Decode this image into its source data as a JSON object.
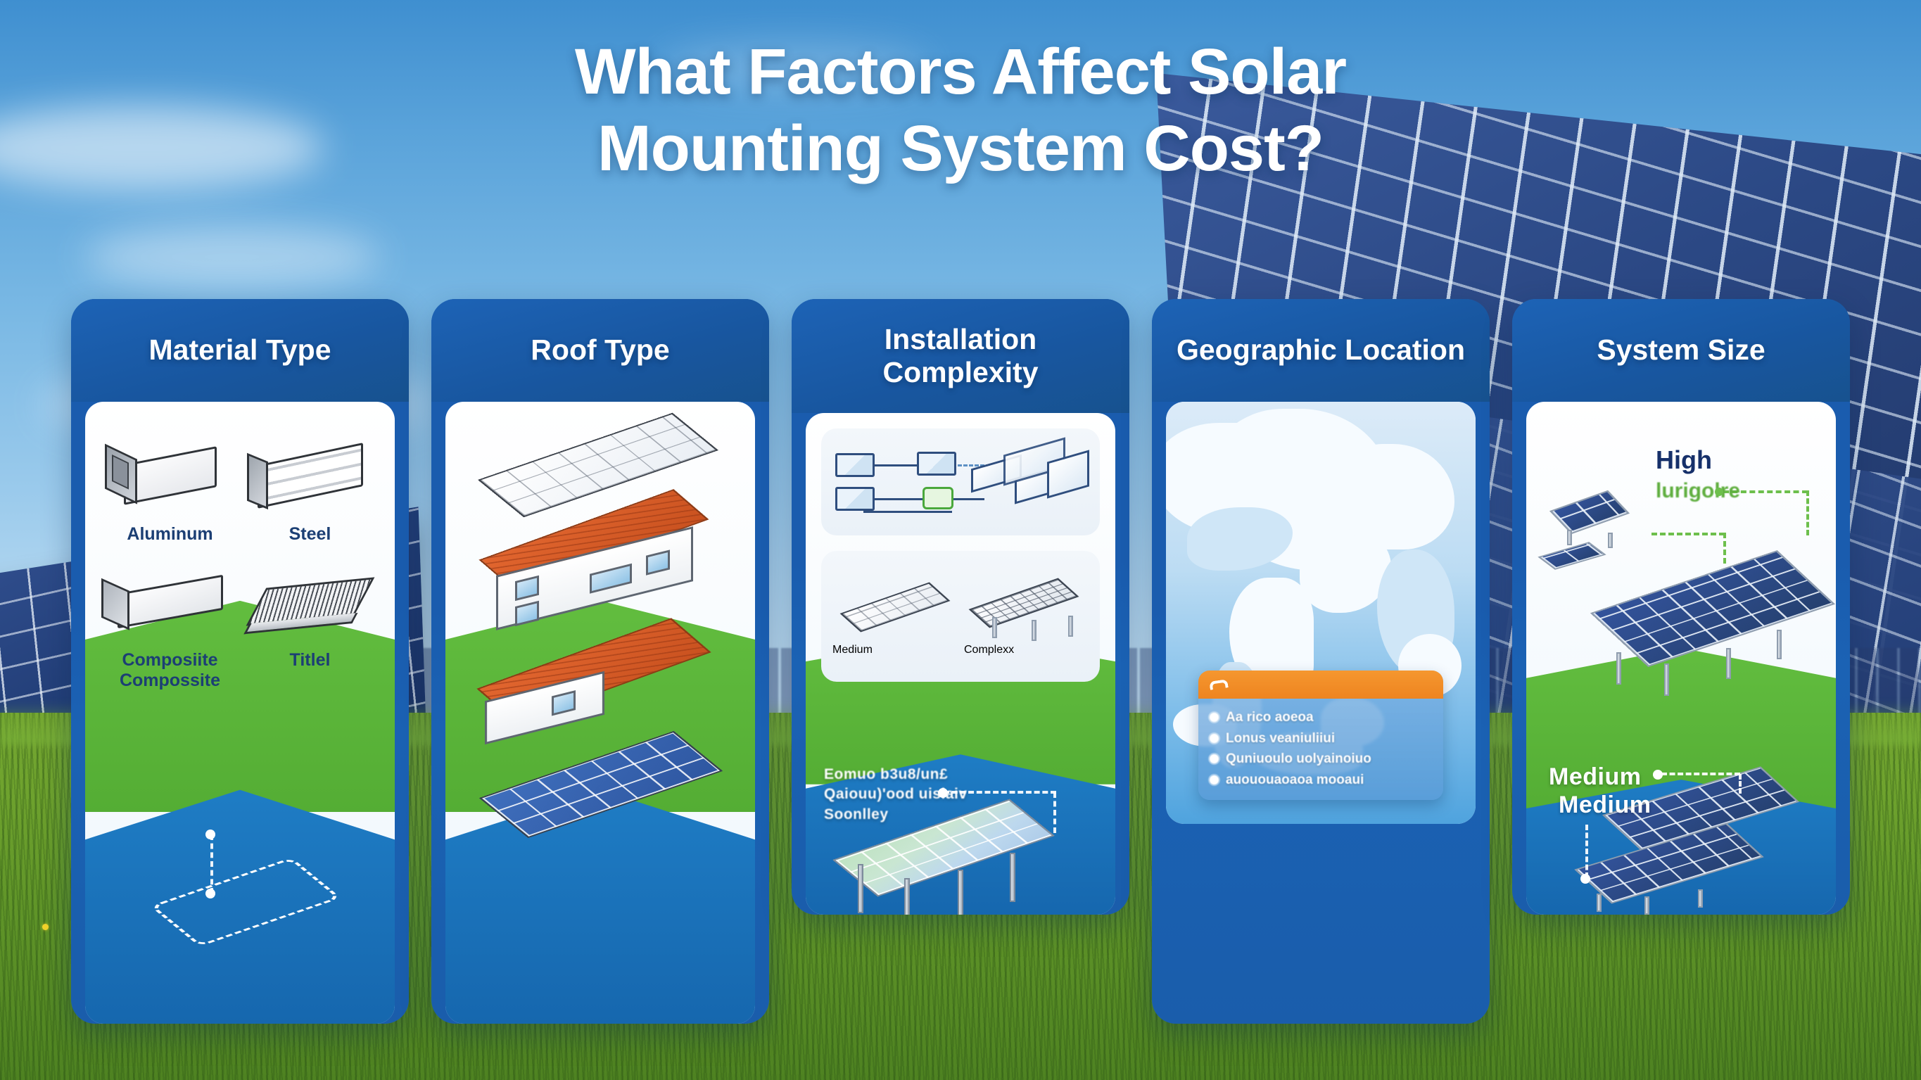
{
  "title": {
    "line1": "What Factors Affect Solar",
    "line2": "Mounting System Cost?"
  },
  "colors": {
    "card_header_blue": "#1a5cae",
    "card_blue_band": "#1f7ec6",
    "card_green_band": "#62bd3f",
    "legend_orange": "#ee8420",
    "accent_green": "#6dbf4c",
    "label_navy": "#1c3f74"
  },
  "cards": [
    {
      "id": "material-type",
      "title": "Material Type",
      "items": [
        {
          "label": "Aluminum",
          "icon": "square-tube-icon"
        },
        {
          "label": "Steel",
          "icon": "steel-beam-icon"
        },
        {
          "label": "Composiite\nCompossite",
          "icon": "rect-tube-icon"
        },
        {
          "label": "Titlel",
          "icon": "corrugated-sheet-icon"
        }
      ]
    },
    {
      "id": "roof-type",
      "title": "Roof Type",
      "items": [
        {
          "label": "",
          "icon": "flat-roof-panel-icon"
        },
        {
          "label": "",
          "icon": "tile-roof-house-icon"
        },
        {
          "label": "",
          "icon": "pitched-tile-roof-icon"
        },
        {
          "label": "",
          "icon": "ground-pv-array-icon"
        }
      ]
    },
    {
      "id": "installation-complexity",
      "title": "Installation Complexity",
      "items": [
        {
          "label": "",
          "icon": "wiring-diagram-icon"
        },
        {
          "label": "",
          "icon": "isometric-rails-icon"
        },
        {
          "label": "Medium",
          "icon": "simple-rail-mount-icon"
        },
        {
          "label": "Complexx",
          "icon": "complex-frame-icon"
        }
      ],
      "callout": "Eomuo b3u8/un£\nQaiouu)'ood uislaiv\nSoonlley"
    },
    {
      "id": "geographic-location",
      "title": "Geographic Location",
      "map": {
        "icon": "world-map-icon"
      },
      "legend": {
        "header_icon": "pin-icon",
        "items": [
          "Aa rico aoeoa",
          "Lonus veaniuliiui",
          "Quniuoulo uolyainoiuo",
          "auououaoaoa mooaui"
        ]
      }
    },
    {
      "id": "system-size",
      "title": "System Size",
      "labels": {
        "high": "High",
        "high_sub": "lurigolre",
        "medium": "Medium",
        "medium_sub": "Medium"
      }
    }
  ]
}
